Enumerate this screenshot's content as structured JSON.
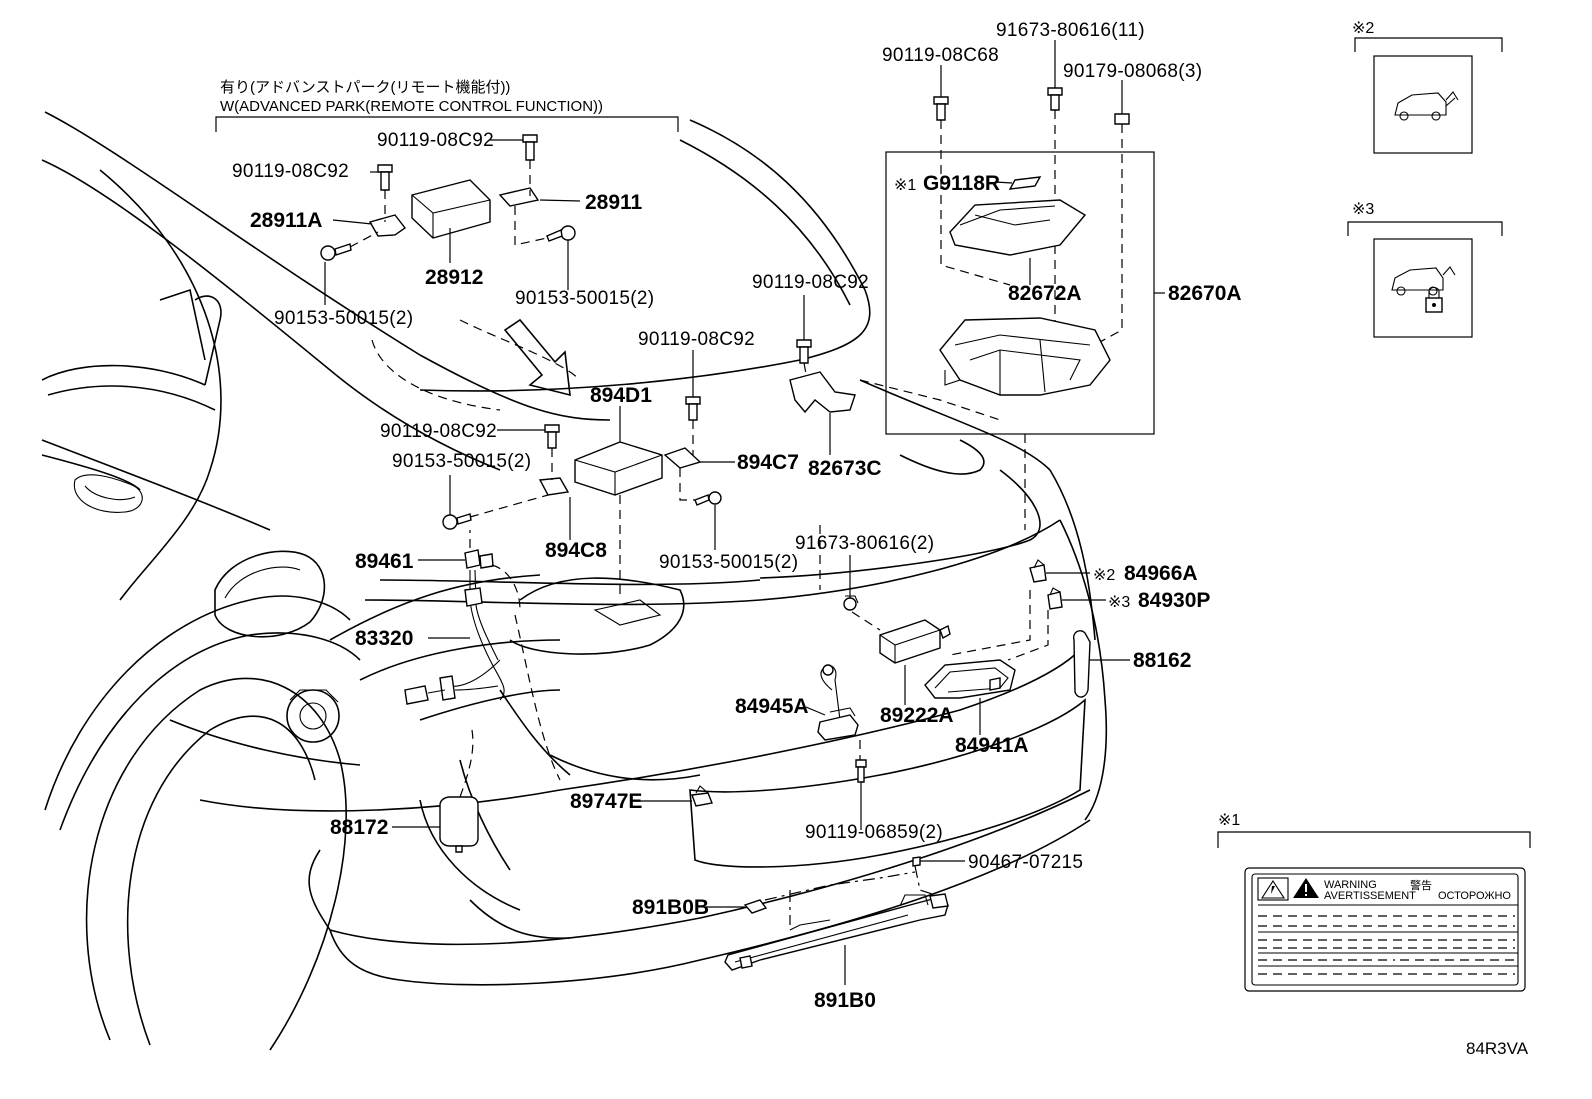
{
  "header": {
    "line1": "有り(アドバンストパーク(リモート機能付))",
    "line2": "W(ADVANCED PARK(REMOTE CONTROL FUNCTION))"
  },
  "labels": {
    "p90119_08C92_a": "90119-08C92",
    "p90119_08C92_b": "90119-08C92",
    "p28911": "28911",
    "p28911A": "28911A",
    "p28912": "28912",
    "p90153_50015_a": "90153-50015(2)",
    "p90153_50015_b": "90153-50015(2)",
    "p90119_08C68": "90119-08C68",
    "p91673_80616_11": "91673-80616(11)",
    "p90179_08068": "90179-08068(3)",
    "pG9118R": "G9118R",
    "p82672A": "82672A",
    "p82670A": "82670A",
    "p90119_08C92_c": "90119-08C92",
    "p90119_08C92_d": "90119-08C92",
    "p894D1": "894D1",
    "p90119_08C92_e": "90119-08C92",
    "p894C7": "894C7",
    "p82673C": "82673C",
    "p90153_50015_c": "90153-50015(2)",
    "p894C8": "894C8",
    "p90153_50015_d": "90153-50015(2)",
    "p89461": "89461",
    "p91673_80616_2": "91673-80616(2)",
    "p84966A": "84966A",
    "p84930P": "84930P",
    "p83320": "83320",
    "p88162": "88162",
    "p84945A": "84945A",
    "p89222A": "89222A",
    "p84941A": "84941A",
    "p89747E": "89747E",
    "p88172": "88172",
    "p90119_06859": "90119-06859(2)",
    "p90467_07215": "90467-07215",
    "p891B0B": "891B0B",
    "p891B0": "891B0"
  },
  "marks": {
    "m1": "※1",
    "m2": "※2",
    "m3": "※3",
    "box2": "※2",
    "box3": "※3",
    "box1": "※1"
  },
  "warning_label": {
    "warning": "WARNING",
    "avertissement": "AVERTISSEMENT",
    "jp": "警告",
    "ru": "ОСТОРОЖНО"
  },
  "figure_code": "84R3VA"
}
